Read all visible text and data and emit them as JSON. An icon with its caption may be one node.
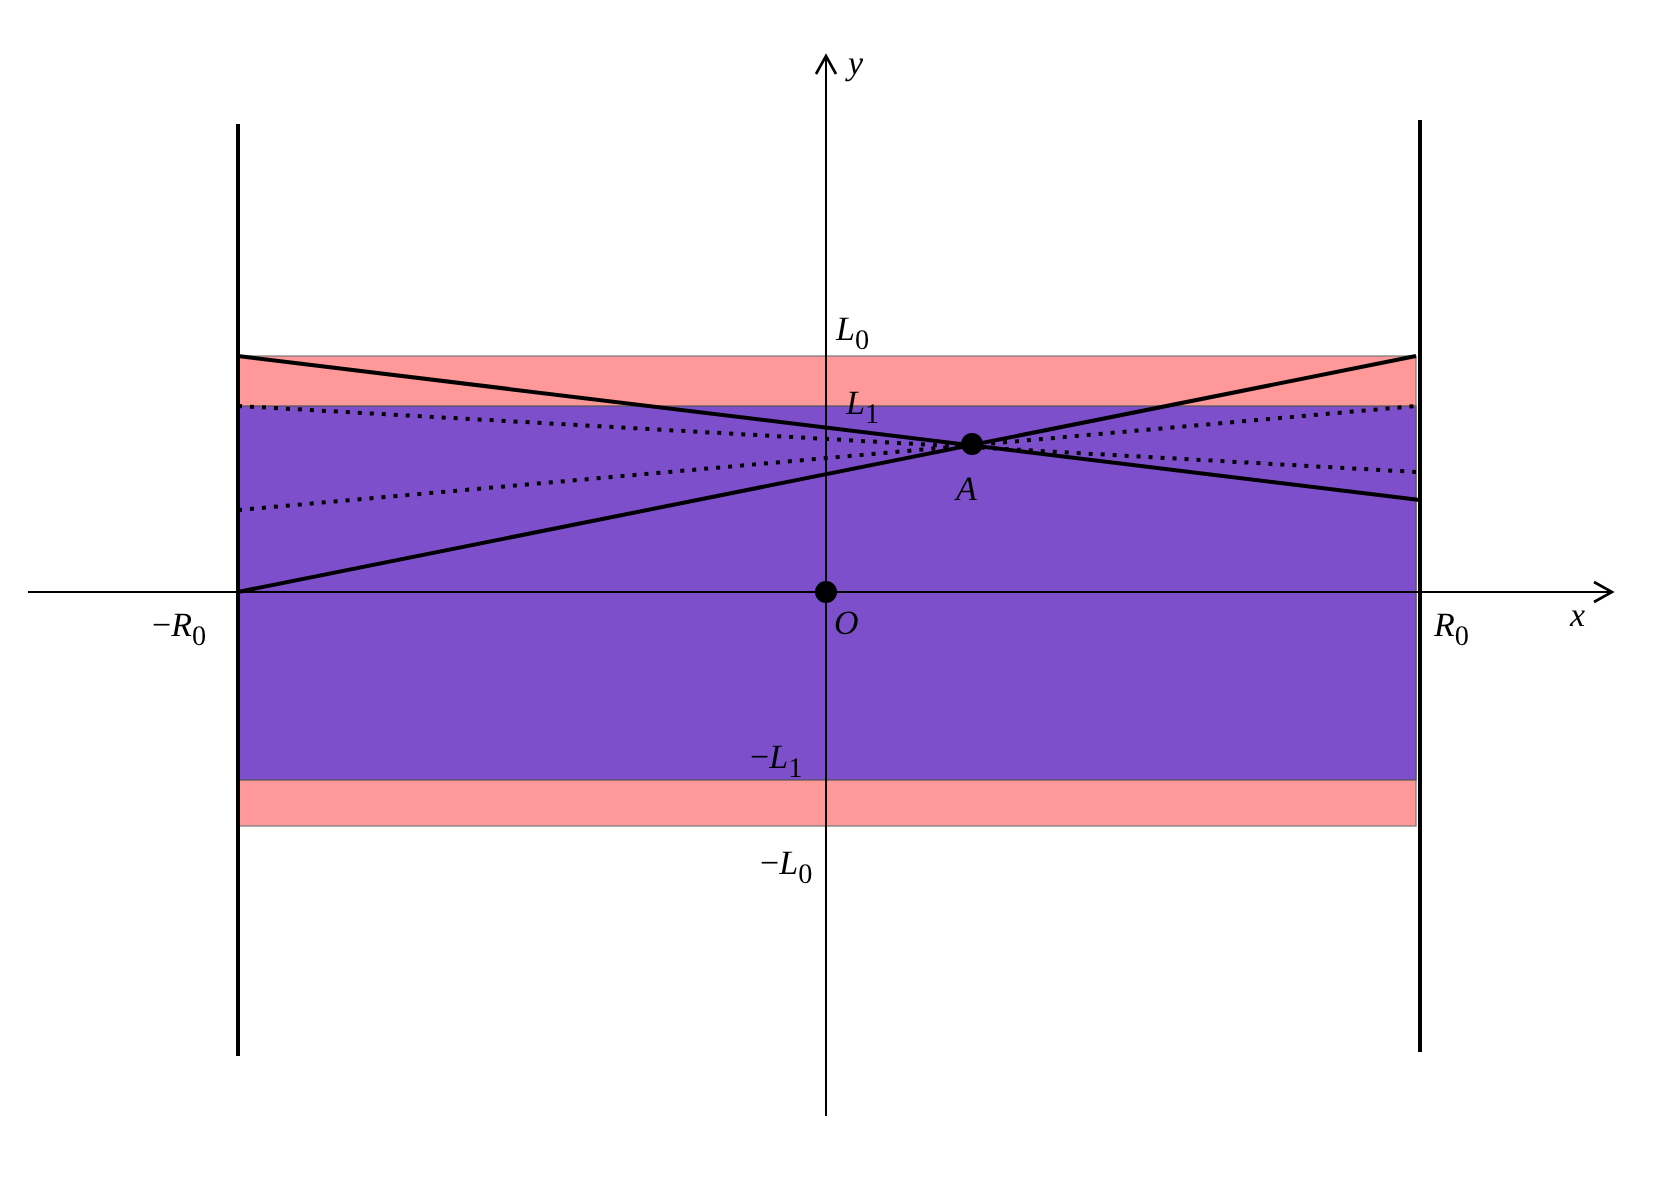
{
  "diagram": {
    "labels": [
      "*y*",
      "*L*$_{0}$",
      "*L*$_{1}$",
      "*A*",
      "−*R*$_{0}$",
      "*O*",
      "*R*$_{0}$",
      "*x*",
      "−*L*$_{1}$",
      "−*L*$_{0}$"
    ]
  }
}
